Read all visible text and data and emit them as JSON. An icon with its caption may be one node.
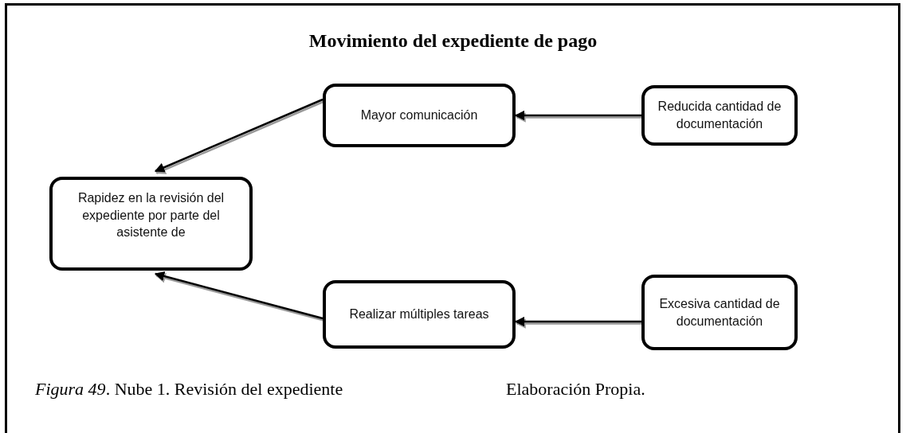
{
  "diagram": {
    "title": "Movimiento del expediente de pago",
    "caption": "*Figura 49*. Nube 1. Revisión del expediente",
    "nodes": [
      {
        "text": [
          "Mayor comunicación"
        ]
      },
      {
        "text": [
          "Reducida cantidad de documentación"
        ]
      },
      {
        "text": [
          "Rapidez en la revisión del expediente por parte del asistente de"
        ]
      },
      {
        "text": [
          "Realizar múltiples tareas"
        ]
      },
      {
        "text": [
          "Excesiva cantidad de documentación"
        ]
      }
    ],
    "edges": [
      {
        "from": 1,
        "to": 0,
        "arrow": "to"
      },
      {
        "from": 0,
        "to": 2,
        "arrow": "to"
      },
      {
        "from": 4,
        "to": 3,
        "arrow": "to"
      },
      {
        "from": 3,
        "to": 2,
        "arrow": "to"
      }
    ],
    "labels": [
      "Elaboración Propia."
    ]
  }
}
